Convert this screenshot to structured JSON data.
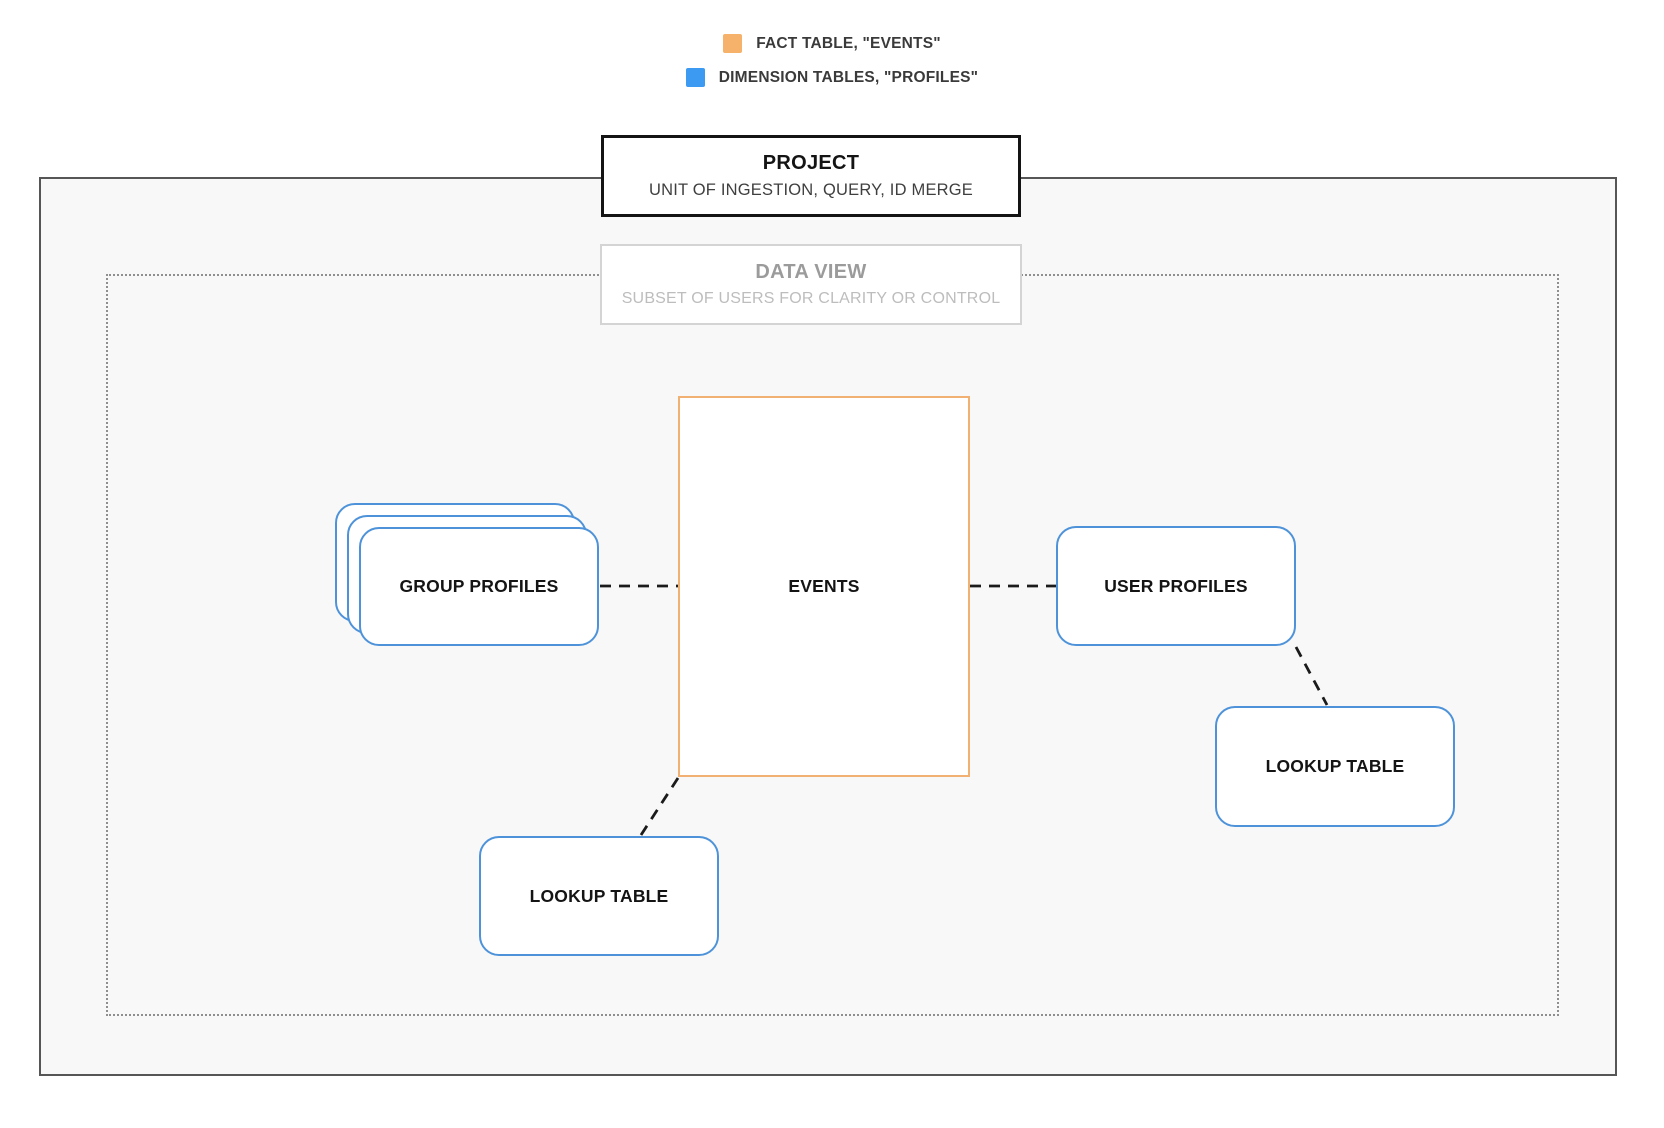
{
  "legend": {
    "items": [
      {
        "swatch": "fact-table-swatch",
        "color": "#F6B26B",
        "label": "FACT TABLE, \"EVENTS\""
      },
      {
        "swatch": "dimension-table-swatch",
        "color": "#3D9AF2",
        "label": "DIMENSION TABLES, \"PROFILES\""
      }
    ]
  },
  "project": {
    "title": "PROJECT",
    "subtitle": "UNIT OF INGESTION, QUERY, ID MERGE"
  },
  "data_view": {
    "title": "DATA VIEW",
    "subtitle": "SUBSET OF USERS FOR CLARITY OR CONTROL"
  },
  "nodes": {
    "events": {
      "label": "EVENTS",
      "type": "fact"
    },
    "group_profiles": {
      "label": "GROUP PROFILES",
      "type": "dimension",
      "stacked": true
    },
    "user_profiles": {
      "label": "USER PROFILES",
      "type": "dimension"
    },
    "lookup_left": {
      "label": "LOOKUP TABLE",
      "type": "dimension"
    },
    "lookup_right": {
      "label": "LOOKUP TABLE",
      "type": "dimension"
    }
  },
  "connections": [
    {
      "from": "group_profiles",
      "to": "events",
      "style": "dashed"
    },
    {
      "from": "events",
      "to": "user_profiles",
      "style": "dashed"
    },
    {
      "from": "events",
      "to": "lookup_left",
      "style": "dashed"
    },
    {
      "from": "user_profiles",
      "to": "lookup_right",
      "style": "dashed"
    }
  ],
  "colors": {
    "fact_swatch": "#F6B26B",
    "fact_border": "#F0B173",
    "dim_swatch": "#3D9AF2",
    "dim_border": "#4E93D9",
    "outer_border": "#565656",
    "dotted_border": "#8F8F8F",
    "canvas_fill": "#F8F8F8",
    "label_black": "#141414",
    "legend_text": "#3A3A3A",
    "project_subtitle": "#3F3F3F",
    "muted_title": "#9B9B9B",
    "muted_subtitle": "#BDBDBD",
    "muted_border": "#D4D4D4",
    "connector": "#1B1B1B"
  }
}
